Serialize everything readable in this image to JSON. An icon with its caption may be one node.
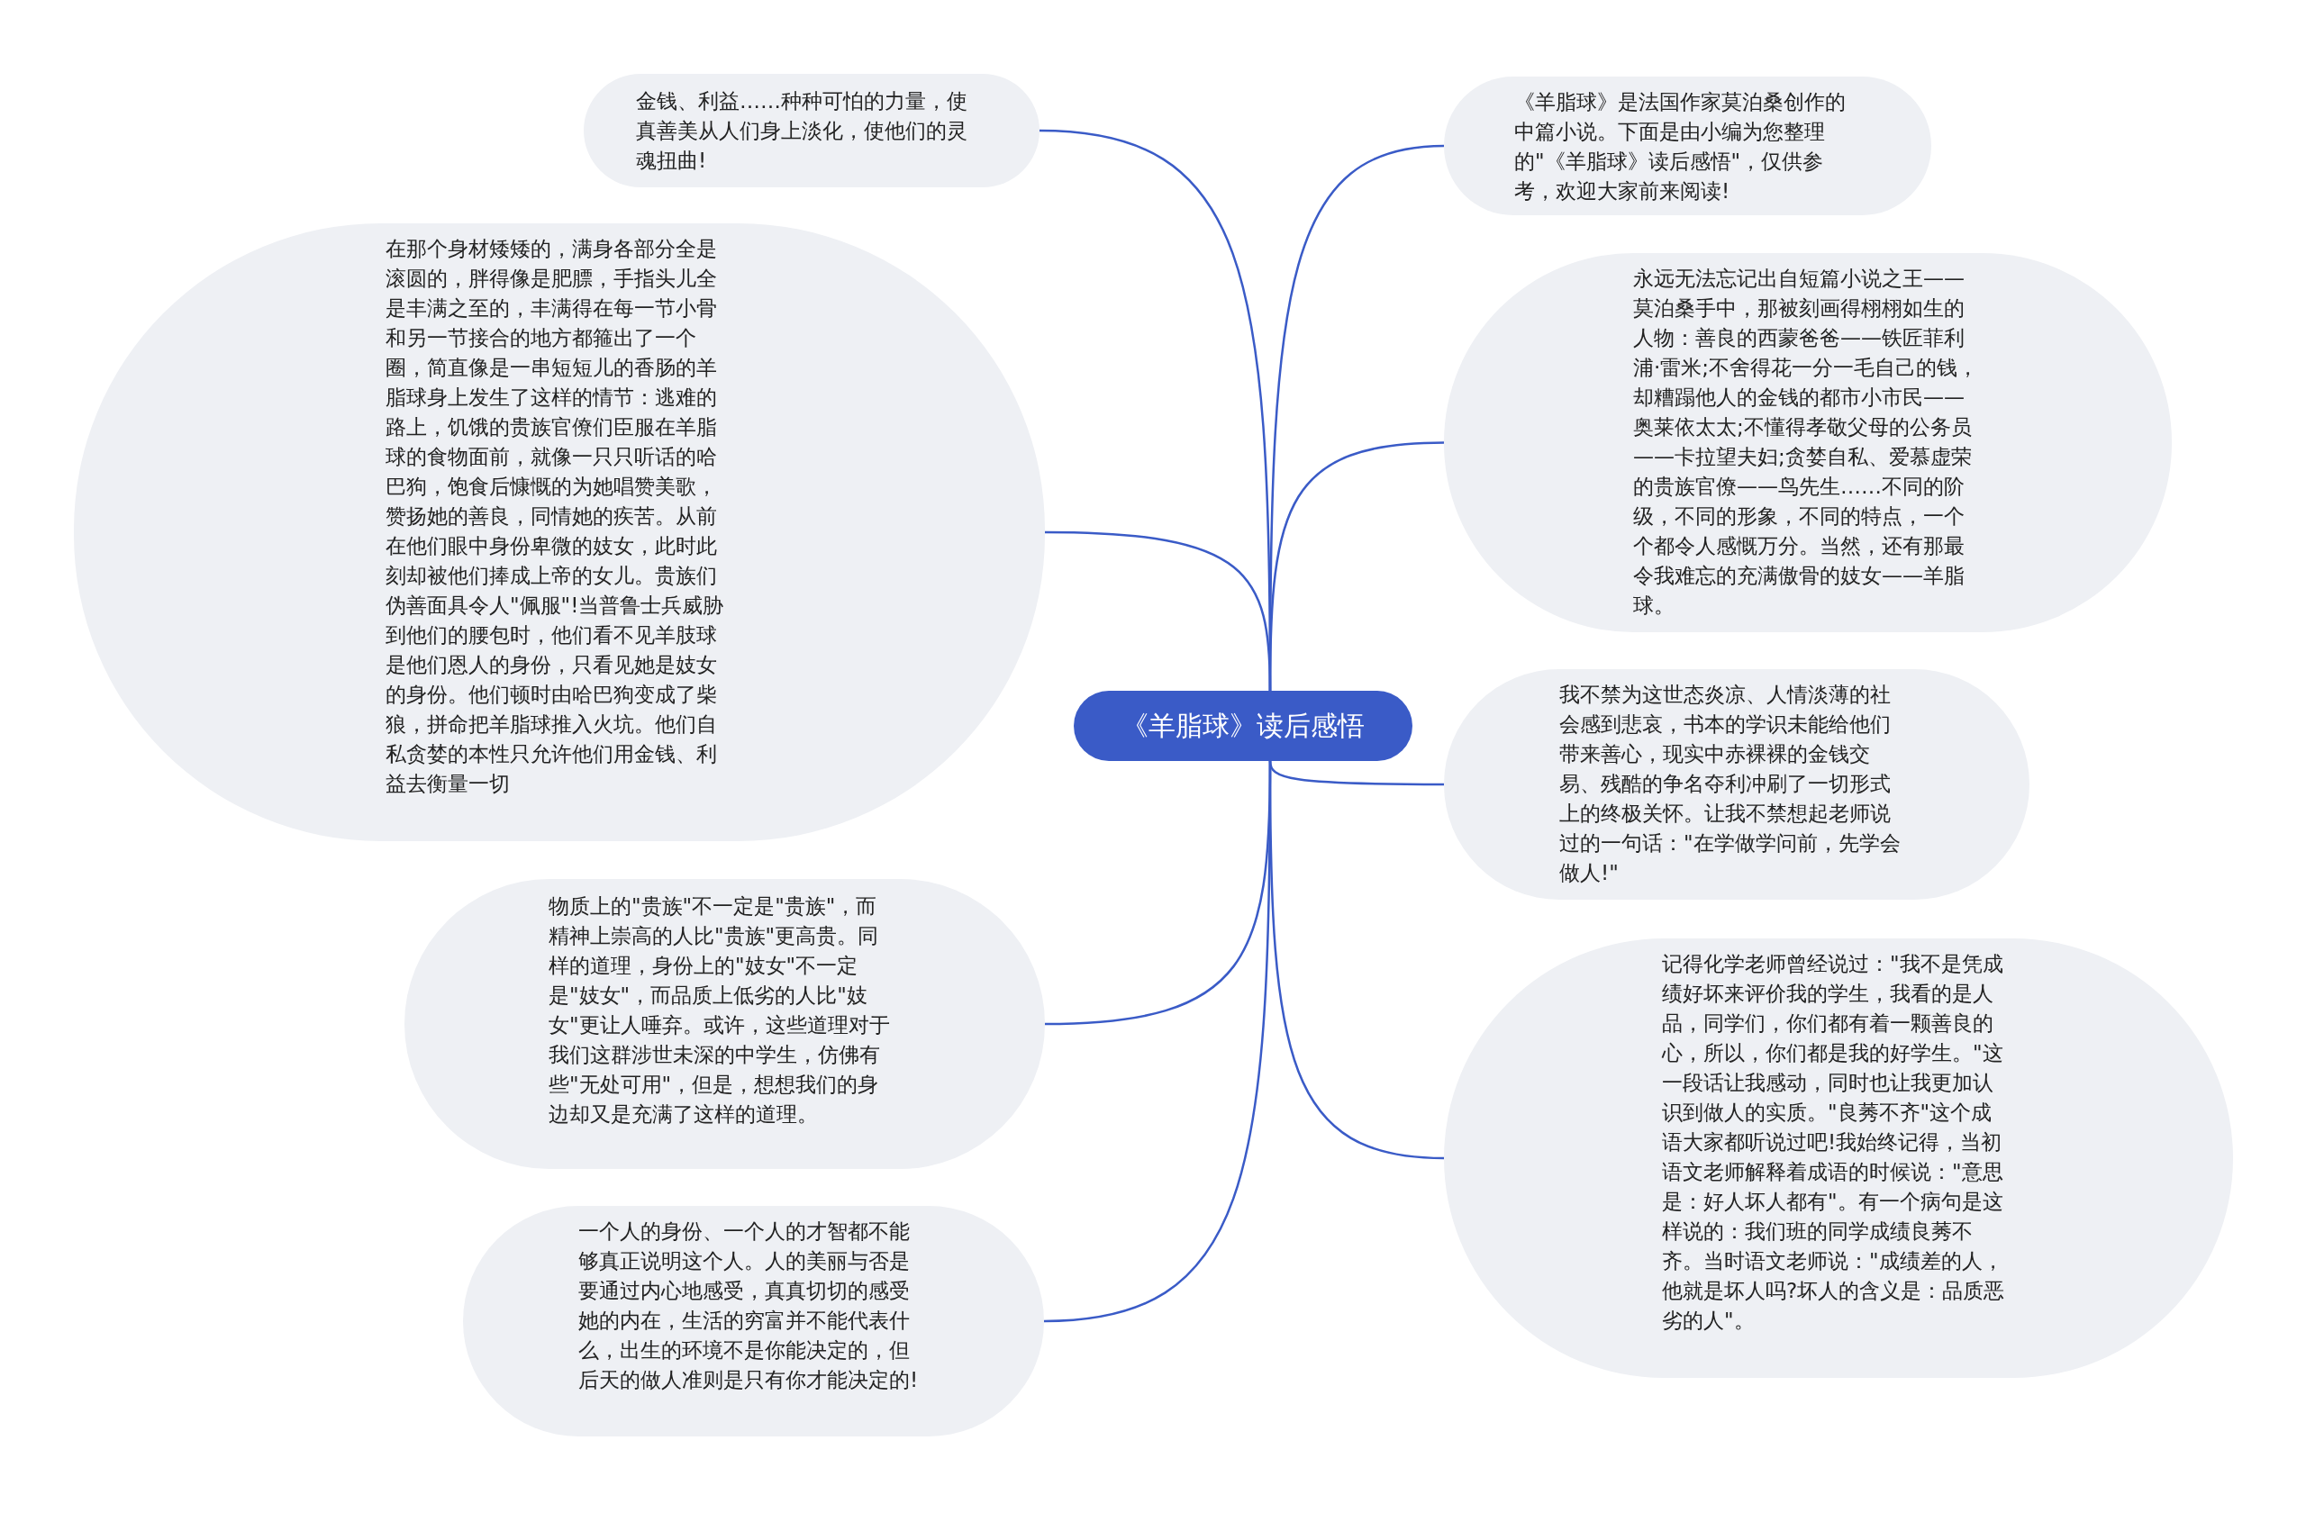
{
  "diagram": {
    "nodes": [
      {
        "text": [
          "《羊脂球》读后感悟"
        ]
      },
      {
        "text": [
          "金钱、利益……种种可怕的力量，使真善美从人们身上淡化，使他们的灵魂扭曲!"
        ]
      },
      {
        "text": [
          "在那个身材矮矮的，满身各部分全是滚圆的，胖得像是肥膘，手指头儿全是丰满之至的，丰满得在每一节小骨和另一节接合的地方都箍出了一个圈，简直像是一串短短儿的香肠的羊脂球身上发生了这样的情节：逃难的路上，饥饿的贵族官僚们臣服在羊脂球的食物面前，就像一只只听话的哈巴狗，饱食后慷慨的为她唱赞美歌，赞扬她的善良，同情她的疾苦。从前在他们眼中身份卑微的妓女，此时此刻却被他们捧成上帝的女儿。贵族们伪善面具令人\"佩服\"!当普鲁士兵威胁到他们的腰包时，他们看不见羊肢球是他们恩人的身份，只看见她是妓女的身份。他们顿时由哈巴狗变成了柴狼，拼命把羊脂球推入火坑。他们自私贪婪的本性只允许他们用金钱、利益去衡量一切"
        ]
      },
      {
        "text": [
          "物质上的\"贵族\"不一定是\"贵族\"，而精神上崇高的人比\"贵族\"更高贵。同样的道理，身份上的\"妓女\"不一定是\"妓女\"，而品质上低劣的人比\"妓女\"更让人唾弃。或许，这些道理对于我们这群涉世未深的中学生，仿佛有些\"无处可用\"，但是，想想我们的身边却又是充满了这样的道理。"
        ]
      },
      {
        "text": [
          "一个人的身份、一个人的才智都不能够真正说明这个人。人的美丽与否是要通过内心地感受，真真切切的感受她的内在，生活的穷富并不能代表什么，出生的环境不是你能决定的，但后天的做人准则是只有你才能决定的!"
        ]
      },
      {
        "text": [
          "《羊脂球》是法国作家莫泊桑创作的中篇小说。下面是由小编为您整理的\"《羊脂球》读后感悟\"，仅供参考，欢迎大家前来阅读!"
        ]
      },
      {
        "text": [
          "永远无法忘记出自短篇小说之王——莫泊桑手中，那被刻画得栩栩如生的人物：善良的西蒙爸爸——铁匠菲利浦·雷米;不舍得花一分一毛自己的钱，却糟蹋他人的金钱的都市小市民——奥莱依太太;不懂得孝敬父母的公务员——卡拉望夫妇;贪婪自私、爱慕虚荣的贵族官僚——鸟先生……不同的阶级，不同的形象，不同的特点，一个个都令人感慨万分。当然，还有那最令我难忘的充满傲骨的妓女——羊脂球。"
        ]
      },
      {
        "text": [
          "我不禁为这世态炎凉、人情淡薄的社会感到悲哀，书本的学识未能给他们带来善心，现实中赤裸裸的金钱交易、残酷的争名夺利冲刷了一切形式上的终极关怀。让我不禁想起老师说过的一句话：\"在学做学问前，先学会做人!\""
        ]
      },
      {
        "text": [
          "记得化学老师曾经说过：\"我不是凭成绩好坏来评价我的学生，我看的是人品，同学们，你们都有着一颗善良的心，所以，你们都是我的好学生。\"这一段话让我感动，同时也让我更加认识到做人的实质。\"良莠不齐\"这个成语大家都听说过吧!我始终记得，当初语文老师解释着成语的时候说：\"意思是：好人坏人都有\"。有一个病句是这样说的：我们班的同学成绩良莠不齐。当时语文老师说：\"成绩差的人，他就是坏人吗?坏人的含义是：品质恶劣的人\"。"
        ]
      }
    ],
    "edges": [
      {
        "from": 0,
        "to": 1,
        "arrow": "none"
      },
      {
        "from": 0,
        "to": 2,
        "arrow": "none"
      },
      {
        "from": 0,
        "to": 3,
        "arrow": "none"
      },
      {
        "from": 0,
        "to": 4,
        "arrow": "none"
      },
      {
        "from": 0,
        "to": 5,
        "arrow": "none"
      },
      {
        "from": 0,
        "to": 6,
        "arrow": "none"
      },
      {
        "from": 0,
        "to": 7,
        "arrow": "none"
      },
      {
        "from": 0,
        "to": 8,
        "arrow": "none"
      }
    ]
  }
}
